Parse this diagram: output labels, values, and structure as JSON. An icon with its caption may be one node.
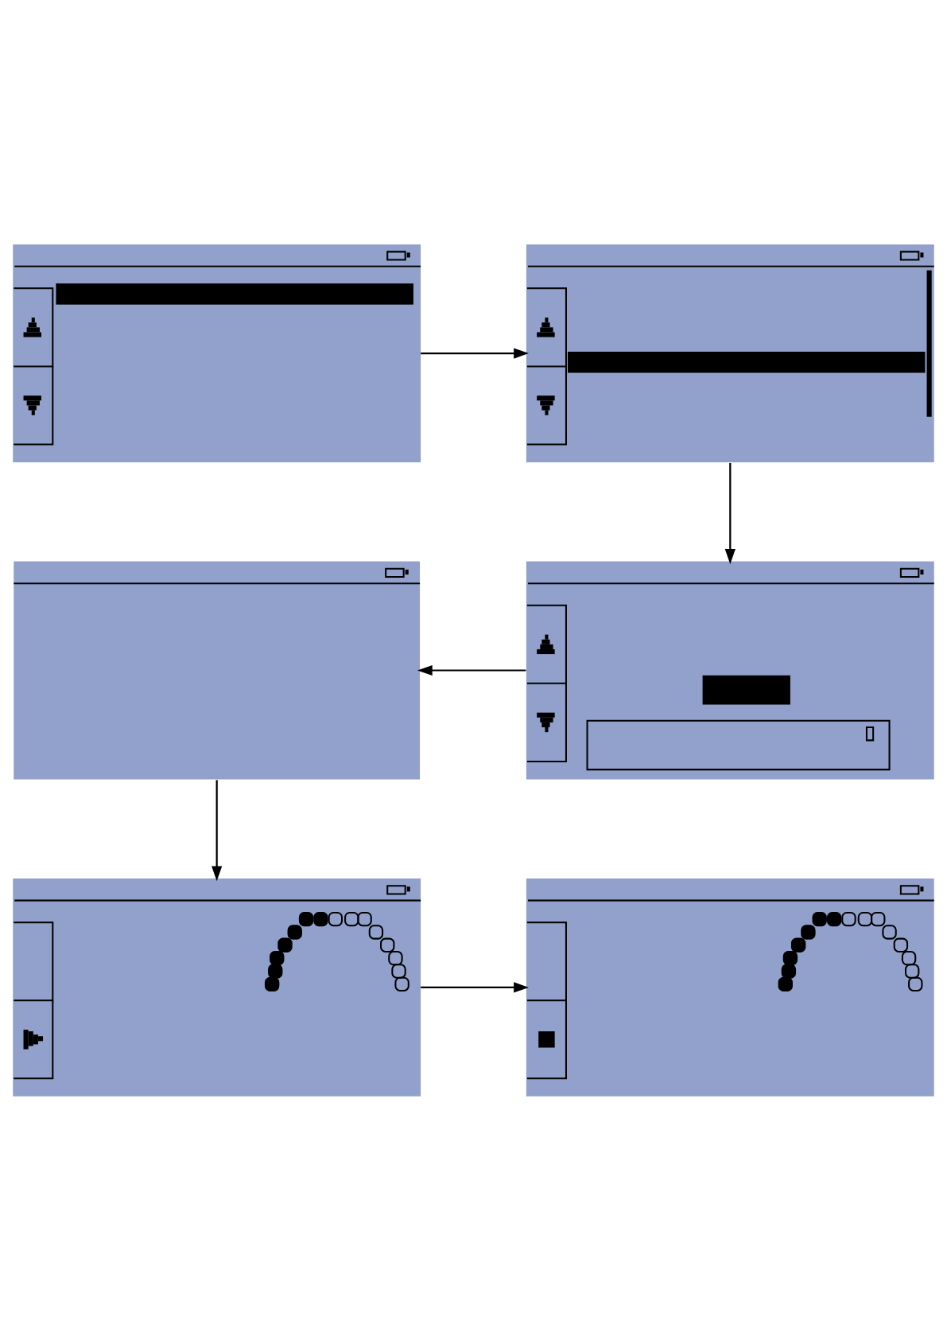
{
  "diagram": {
    "nodes": [
      {
        "text": [],
        "shape": "picture"
      },
      {
        "text": [],
        "shape": "picture"
      },
      {
        "text": [],
        "shape": "picture"
      },
      {
        "text": [],
        "shape": "picture"
      },
      {
        "text": [],
        "shape": "picture"
      },
      {
        "text": [],
        "shape": "picture"
      }
    ],
    "edges": [
      {
        "from": 0,
        "to": 1,
        "arrow": "to"
      },
      {
        "from": 1,
        "to": 3,
        "arrow": "to"
      },
      {
        "from": 3,
        "to": 2,
        "arrow": "to"
      },
      {
        "from": 2,
        "to": 4,
        "arrow": "to"
      },
      {
        "from": 4,
        "to": 5,
        "arrow": "to"
      }
    ]
  }
}
